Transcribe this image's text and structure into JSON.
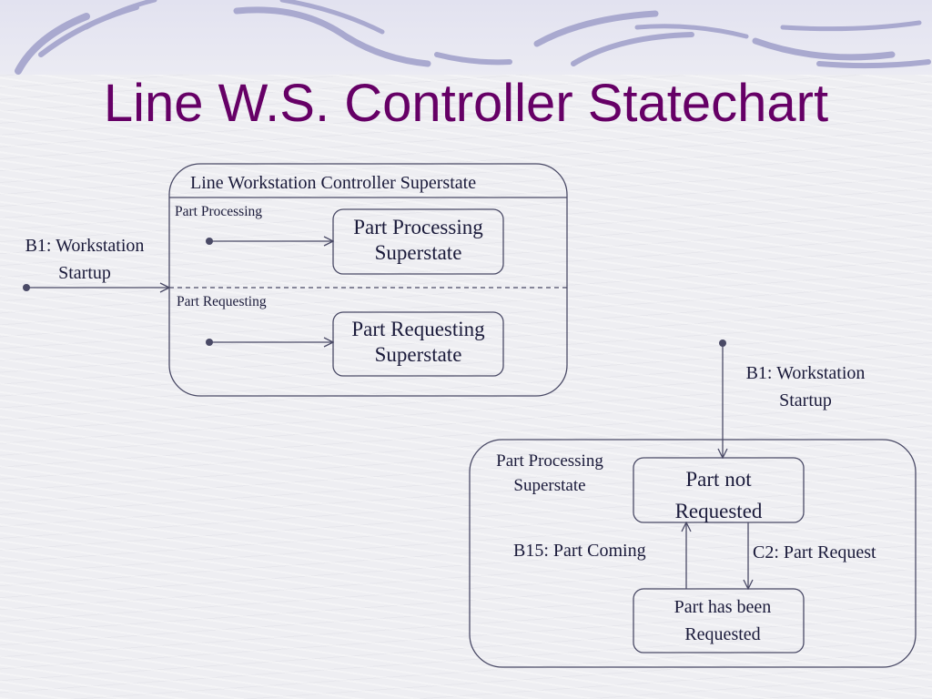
{
  "slide": {
    "title": "Line W.S. Controller Statechart"
  },
  "superstate_main": {
    "name": "Line Workstation Controller Superstate",
    "region_processing_label": "Part Processing",
    "region_requesting_label": "Part Requesting",
    "processing_state": "Part Processing\nSuperstate",
    "requesting_state": "Part Requesting\nSuperstate"
  },
  "left_transition": {
    "event": "B1: Workstation\nStartup"
  },
  "superstate_processing": {
    "name": "Part Processing\nSuperstate",
    "entry_event": "B1: Workstation\nStartup",
    "state_not_requested": "Part not\nRequested",
    "state_requested": "Part has been\nRequested",
    "transition_up": "B15: Part Coming",
    "transition_down": "C2: Part Request"
  },
  "colors": {
    "title": "#660066",
    "line": "#4a4a66",
    "text": "#1a1a3a"
  }
}
